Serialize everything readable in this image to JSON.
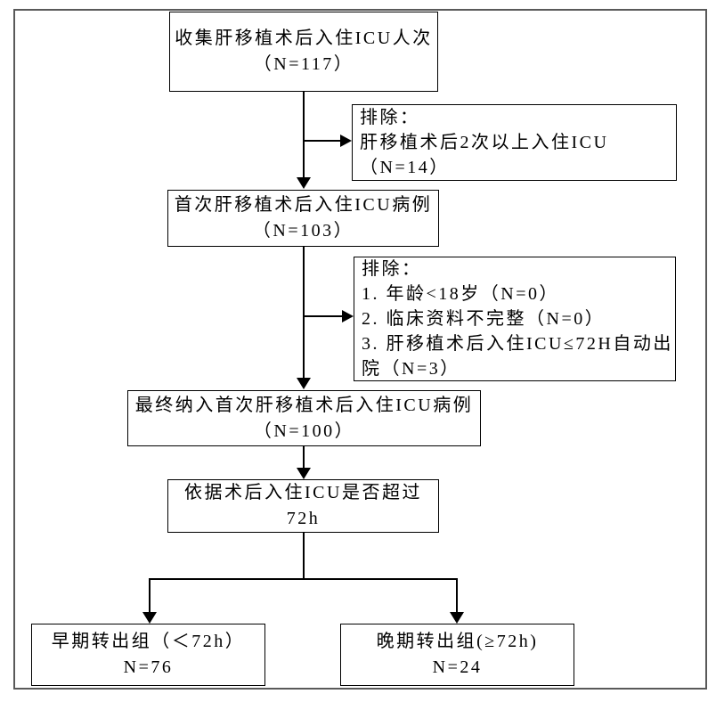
{
  "diagram": {
    "type": "flowchart",
    "colors": {
      "box_border": "#000000",
      "arrow": "#000000",
      "frame_border": "#595959",
      "background": "#ffffff",
      "text": "#000000"
    },
    "boxes": {
      "collect": {
        "line1": "收集肝移植术后入住ICU人次",
        "line2": "（N=117）"
      },
      "exclude1": {
        "lines": [
          "排除：",
          "肝移植术后2次以上入住ICU",
          "（N=14）"
        ]
      },
      "first_admission": {
        "line1": "首次肝移植术后入住ICU病例",
        "line2": "（N=103）"
      },
      "exclude2": {
        "lines": [
          "排除：",
          "1. 年龄<18岁（N=0）",
          "2. 临床资料不完整（N=0）",
          "3. 肝移植术后入住ICU≤72H自动出",
          "院（N=3）"
        ]
      },
      "final_included": {
        "line1": "最终纳入首次肝移植术后入住ICU病例",
        "line2": "（N=100）"
      },
      "grouping_criteria": {
        "line1": "依据术后入住ICU是否超过",
        "line2": "72h"
      },
      "early_group": {
        "line1": "早期转出组（＜72h）",
        "line2": "N=76"
      },
      "late_group": {
        "line1": "晚期转出组(≥72h)",
        "line2": "N=24"
      }
    }
  }
}
